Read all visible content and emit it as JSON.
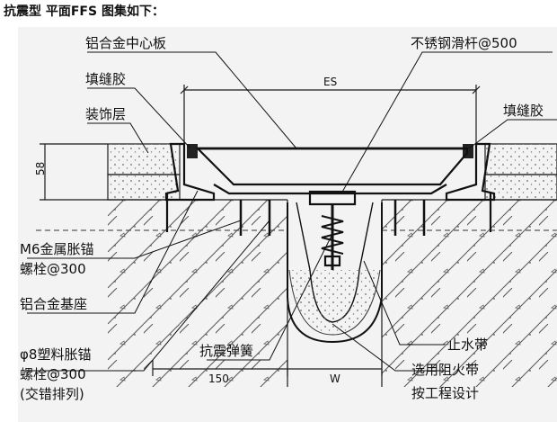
{
  "title": "抗震型 平面FFS 图集如下：",
  "labels": {
    "center_plate": "铝合金中心板",
    "steel_rod": "不锈钢滑杆@500",
    "sealant_left": "填缝胶",
    "sealant_right": "填缝胶",
    "finish_layer": "装饰层",
    "m6_anchor_line1": "M6金属胀锚",
    "m6_anchor_line2": "螺栓@300",
    "base_seat": "铝合金基座",
    "plastic_anchor_line1": "φ8塑料胀锚",
    "plastic_anchor_line2": "螺栓@300",
    "plastic_anchor_line3": "(交错排列)",
    "spring": "抗震弹簧",
    "waterstop": "止水带",
    "fire_belt": "选用阻火带",
    "fire_belt_note": "按工程设计"
  },
  "dimensions": {
    "es": "ES",
    "height": "58",
    "left_width": "150",
    "w": "W"
  },
  "colors": {
    "background": "#ffffff",
    "paper": "#f2f2f2",
    "line": "#1a1a1a",
    "hatch": "#555555",
    "slab_fill": "#e6e6e6",
    "seal_dark": "#222222"
  }
}
